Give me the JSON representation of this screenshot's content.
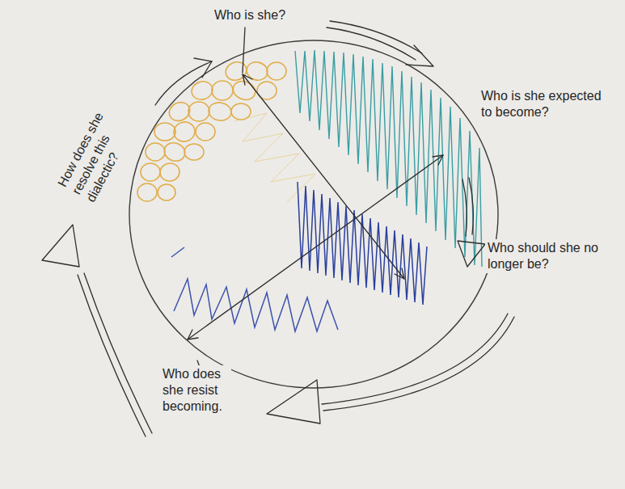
{
  "diagram": {
    "labels": [
      "Who is she?",
      "How does she resolve this dialectic?",
      "Who is she expected to become?",
      "Who should she no longer be?",
      "Who does she resist becoming."
    ]
  }
}
